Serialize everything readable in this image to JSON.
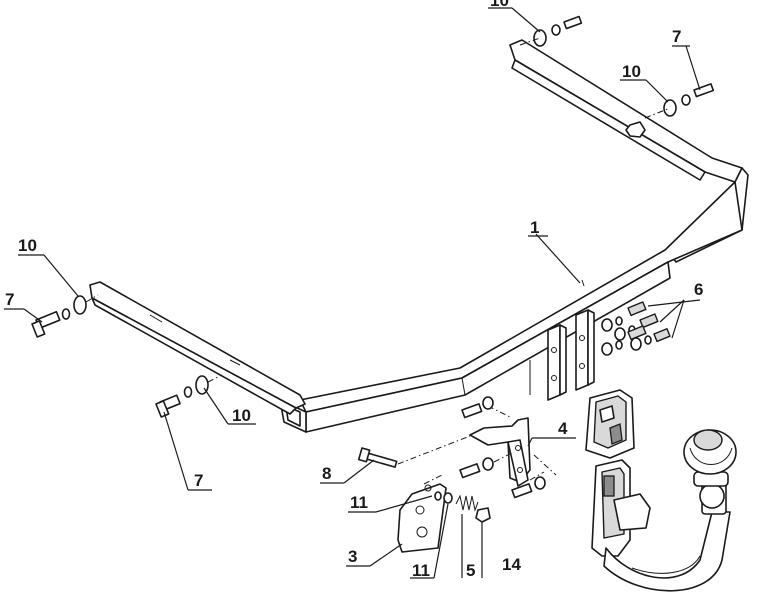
{
  "diagram": {
    "labels": {
      "part_1": "1",
      "part_3": "3",
      "part_4": "4",
      "part_5": "5",
      "part_6": "6",
      "part_7_top": "7",
      "part_7_left": "7",
      "part_7_bottom": "7",
      "part_8": "8",
      "part_10_top": "10",
      "part_10_right": "10",
      "part_10_left": "10",
      "part_10_bottom": "10",
      "part_11_upper": "11",
      "part_11_lower": "11",
      "part_14": "14"
    }
  },
  "colors": {
    "line": "#1a1a1a",
    "background": "#ffffff",
    "shade": "#d9d9d9"
  }
}
